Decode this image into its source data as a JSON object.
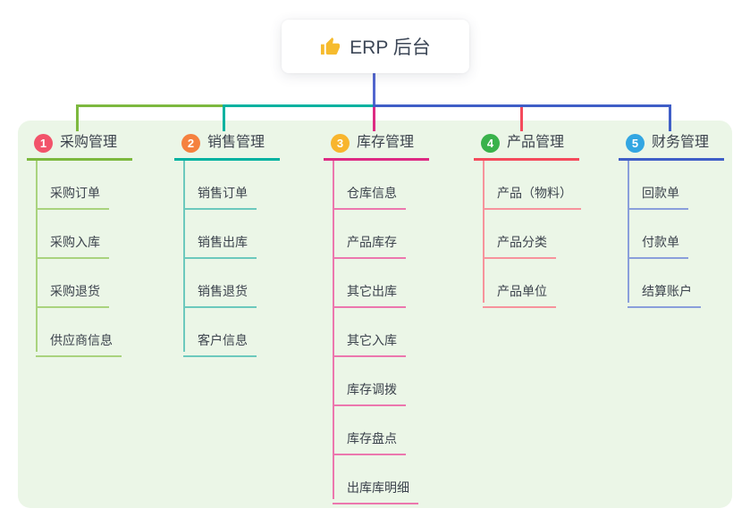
{
  "root": {
    "label": "ERP 后台",
    "icon": "thumbs-up-icon"
  },
  "colors": {
    "page_bg": "#ffffff",
    "panel_bg": "#ebf6e7",
    "root_card_bg": "#ffffff",
    "root_text": "#3d4757",
    "node_text": "#3c434d",
    "stem": "#5266cf",
    "thumb_icon": "#f6bb2e"
  },
  "branches": [
    {
      "number": "1",
      "label": "采购管理",
      "badge_color": "#f2536a",
      "line_color": "#7db93f",
      "child_line_color": "#a9d37e",
      "children": [
        "采购订单",
        "采购入库",
        "采购退货",
        "供应商信息"
      ]
    },
    {
      "number": "2",
      "label": "销售管理",
      "badge_color": "#f5813f",
      "line_color": "#00b2a0",
      "child_line_color": "#6cc9bd",
      "children": [
        "销售订单",
        "销售出库",
        "销售退货",
        "客户信息"
      ]
    },
    {
      "number": "3",
      "label": "库存管理",
      "badge_color": "#f8b52d",
      "line_color": "#dd2b83",
      "child_line_color": "#ec77ae",
      "children": [
        "仓库信息",
        "产品库存",
        "其它出库",
        "其它入库",
        "库存调拨",
        "库存盘点",
        "出库库明细"
      ]
    },
    {
      "number": "4",
      "label": "产品管理",
      "badge_color": "#39b24b",
      "line_color": "#f44b5c",
      "child_line_color": "#f7939c",
      "children": [
        "产品（物料）",
        "产品分类",
        "产品单位"
      ]
    },
    {
      "number": "5",
      "label": "财务管理",
      "badge_color": "#33a6e2",
      "line_color": "#3f5ec7",
      "child_line_color": "#8a9fdb",
      "children": [
        "回款单",
        "付款单",
        "结算账户"
      ]
    }
  ]
}
